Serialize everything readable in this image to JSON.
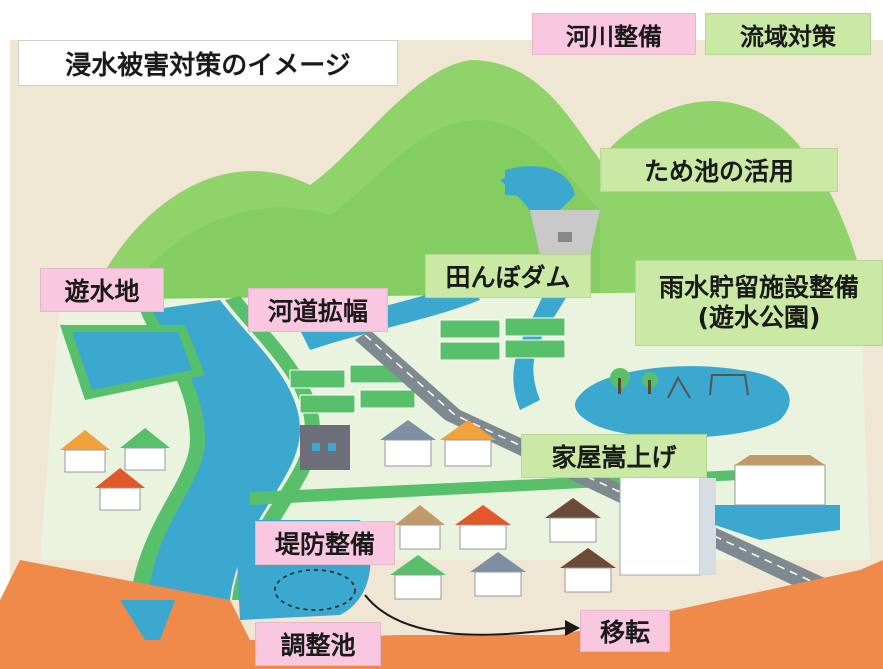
{
  "title": "浸水被害対策のイメージ",
  "legend": {
    "river": "河川整備",
    "basin": "流域対策"
  },
  "labels": {
    "pond": "ため池の活用",
    "paddy_dam": "田んぼダム",
    "rainwater_line1": "雨水貯留施設整備",
    "rainwater_line2": "(遊水公園)",
    "retarding_basin": "遊水地",
    "channel_widening": "河道拡幅",
    "house_raising": "家屋嵩上げ",
    "levee": "堤防整備",
    "relocation": "移転",
    "adjustment_pond": "調整池"
  },
  "colors": {
    "river_label_bg": "#f9c7e0",
    "basin_label_bg": "#c9e9a4",
    "background": "#efe6d3",
    "mountain": "#8fd36a",
    "water": "#3aa8cf",
    "levee": "#58c06a",
    "ground": "#f08a4a"
  }
}
